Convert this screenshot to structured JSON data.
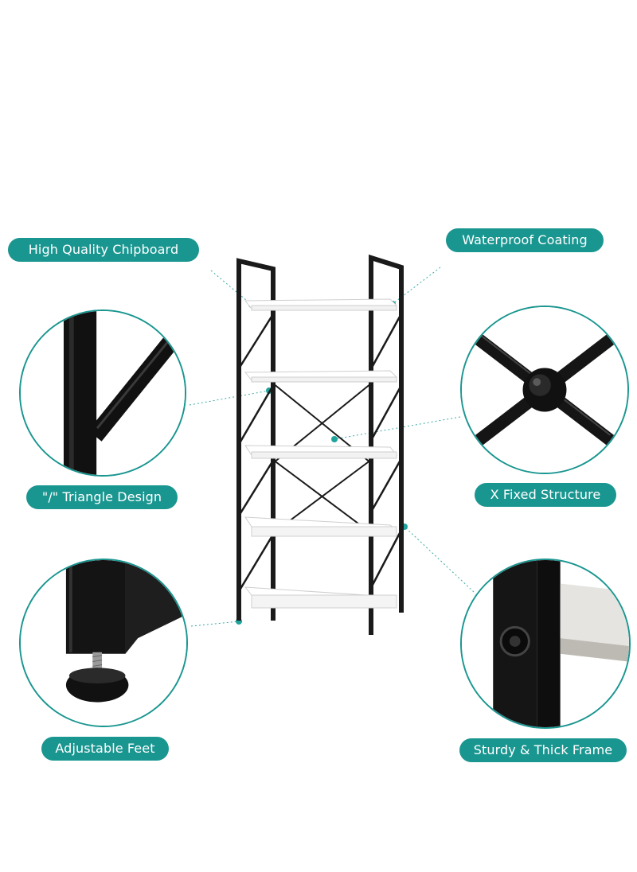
{
  "colors": {
    "accent": "#1a9690",
    "frame": "#1a1a1a",
    "shelf": "#ffffff",
    "dot": "#1fa39c"
  },
  "labels": {
    "chipboard": "High Quality Chipboard",
    "waterproof": "Waterproof Coating",
    "triangle": "\"/\" Triangle Design",
    "x_structure": "X Fixed Structure",
    "feet": "Adjustable Feet",
    "frame": "Sturdy & Thick Frame"
  }
}
